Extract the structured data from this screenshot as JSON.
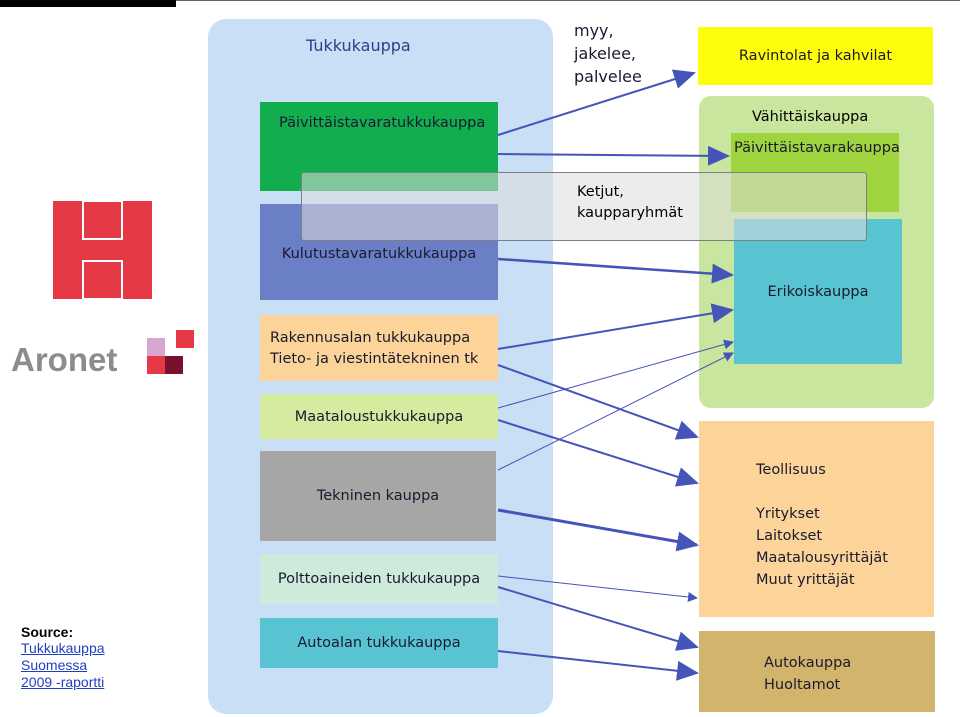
{
  "tukkukauppa_title": "Tukkukauppa",
  "verbs": [
    "myy,",
    "jakelee,",
    "palvelee"
  ],
  "wholesale": [
    "Päivittäistavaratukkukauppa",
    "Kulutustavaratukkukauppa",
    "Rakennusalan tukkukauppa\nTieto- ja viestintätekninen tk",
    "Maataloustukkukauppa",
    "Tekninen kauppa",
    "Polttoaineiden tukkukauppa",
    "Autoalan tukkukauppa"
  ],
  "customers": {
    "ravintolat": "Ravintolat ja kahvilat",
    "vahittais_title": "Vähittäiskauppa",
    "paivittais": "Päivittäistavarakauppa",
    "erikois": "Erikoiskauppa",
    "teollisuus": "Teollisuus\n\nYritykset\nLaitokset\nMaatalousyrittäjät\nMuut yrittäjät",
    "auto": "Autokauppa\nHuoltamot"
  },
  "ketjut": "Ketjut,\nkauppa­ryhmät",
  "source": {
    "label": "Source:",
    "link": [
      "Tukkukauppa ",
      "Suomessa ",
      "2009 -raportti"
    ]
  },
  "logo": {
    "text": "Aronet"
  },
  "colors": {
    "green": "#12ad4e",
    "blue": "#6a7fc6",
    "peach": "#fcd49a",
    "lightgreen": "#d4eba0",
    "gray": "#a6a6a6",
    "mint": "#cdeadb",
    "teal": "#58c4d2",
    "yellow": "#fefe0a",
    "tan": "#d2b46c",
    "arrow": "#4454b8",
    "logo_red": "#e63946"
  }
}
